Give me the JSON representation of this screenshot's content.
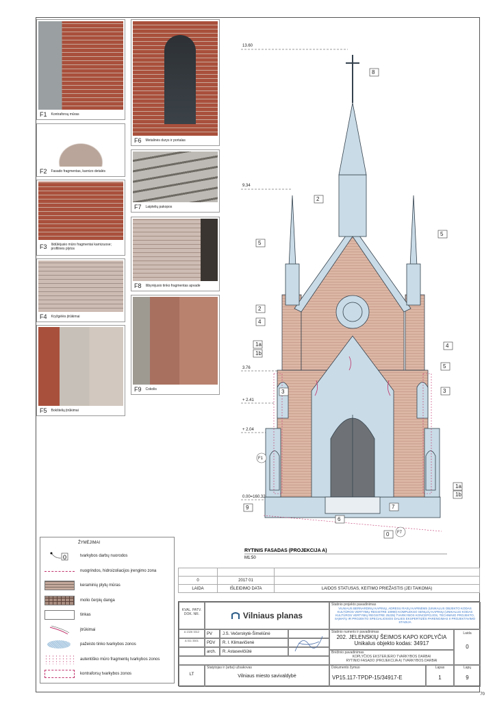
{
  "photos": [
    {
      "id": "F1",
      "caption": "Kontraforsų mūras"
    },
    {
      "id": "F2",
      "caption": "Fasado fragmentas, karnizo detalės"
    },
    {
      "id": "F3",
      "caption": "Išdūlėjusio mūro fragmentai karnizuose; profilinės plytos"
    },
    {
      "id": "F4",
      "caption": "Kryžgėlės įtrūkimai"
    },
    {
      "id": "F5",
      "caption": "Bokštelių įtrūkimai"
    },
    {
      "id": "F6",
      "caption": "Metalinės durys ir portalas"
    },
    {
      "id": "F7",
      "caption": "Laiptelių pakopos"
    },
    {
      "id": "F8",
      "caption": "Išbyrėjusio tinko fragmentas apvade"
    },
    {
      "id": "F9",
      "caption": "Cokolis"
    }
  ],
  "drawing": {
    "levels": [
      "13.60",
      "9.34",
      "3.76",
      "+ 2.41",
      "+ 2.04",
      "0.00=160.32"
    ],
    "markers": [
      "8",
      "2",
      "5",
      "5",
      "2",
      "4",
      "4",
      "1a",
      "1b",
      "5",
      "3",
      "3",
      "1a",
      "1b",
      "9",
      "7",
      "6",
      "0"
    ],
    "photo_refs": [
      "F1",
      "F7"
    ],
    "title": "RYTINIS FASADAS (PROJEKCIJA A)",
    "scale": "M1:50",
    "colors": {
      "plaster": "#c9dbe6",
      "brick": "#d9b3a3",
      "outline": "#33414d",
      "crack": "#c0306a"
    }
  },
  "legend": {
    "title": "ŽYMĖJIMAI",
    "items": [
      {
        "symbol": "callout",
        "marker": "0",
        "label": "tvarkybos darbų nuorodos"
      },
      {
        "symbol": "dashed-line",
        "label": "nuogrindos, hidroizoliacijos įrengimo zona"
      },
      {
        "symbol": "brick",
        "label": "keraminių plytų mūras"
      },
      {
        "symbol": "tile",
        "label": "molio čerpių danga"
      },
      {
        "symbol": "plaster",
        "label": "tinkas"
      },
      {
        "symbol": "crack",
        "label": "įtrūkimai"
      },
      {
        "symbol": "hatched-oval",
        "label": "pažeisto tinko tvarkybos zonos"
      },
      {
        "symbol": "dots",
        "label": "autentiško mūro fragmentų tvarkybos zonos"
      },
      {
        "symbol": "dashed-rect",
        "label": "kontraforsų tvarkybos zonos"
      }
    ]
  },
  "revisions": {
    "row": {
      "laida": "0",
      "date": "2017 01",
      "status": ""
    },
    "headers": {
      "laida": "LAIDA",
      "date": "IŠLEIDIMO DATA",
      "status": "LAIDOS STATUSAS, KEITIMO PRIEŽASTIS (JEI TAIKOMA)"
    }
  },
  "titleblock": {
    "kval": "KVAL. PATV. DOK. NR.",
    "company": "Vilniaus planas",
    "people": [
      {
        "doc": "A 1326 3312",
        "role": "PV",
        "name": "J.S. Večerskytė-Šimeliūnė"
      },
      {
        "doc": "A 011 3301",
        "role": "PDV",
        "name": "R. I. Klimavičienė"
      },
      {
        "doc": "",
        "role": "arch.",
        "name": "R. Astasevičiūtė"
      }
    ],
    "project_label": "Statinio projekto pavadinimas",
    "project_name": "VILNIAUS BERNARDINŲ KAPINIŲ, ADRESU RASŲ KAPINĖMS (UNIKALUS OBJEKTO KODAS KULTŪROS VERTYBIŲ REGISTRE 10990) KOMPLEKSO SENŲJŲ KAPINIŲ (UNIKALUS KODAS KULTŪROS VERTYBIŲ REGISTRE 25235) TVARKYBOS KONCEPCIJOS, TECHNINIO PROJEKTO, SĄMATŲ IR PROJEKTO SPECIALIOSIOS DALIES EKSPERTIZĖS PARENGIMAS II PROJEKTAVIMO STADIJA",
    "object_label": "Statinio numeris ir pavadinimas",
    "object_name": "202. JELENSKIŲ ŠEIMOS KAPO KOPLYČIA",
    "object_code": "Unikalus objekto kodas: 34917",
    "laida_label": "Laida",
    "laida": "0",
    "drawing_label": "Brėžinio pavadinimas",
    "drawing_name1": "KOPLYČIOS EKSTERJERO TVARKYBOS DARBAI",
    "drawing_name2": "RYTINIO FASADO (PROJEKCIJA A) TVARKYBOS DARBAI",
    "country": "LT",
    "client_label": "Statytojas ir (arba) užsakovas",
    "client": "Vilniaus miesto savivaldybė",
    "doc_label": "Dokumento žymuo",
    "doc": "VP15.117-TPDP-15/34917-E",
    "lapas_label": "Lapas",
    "lapas": "1",
    "lapu_label": "Lapų",
    "lapu": "9"
  },
  "page_number": "70"
}
